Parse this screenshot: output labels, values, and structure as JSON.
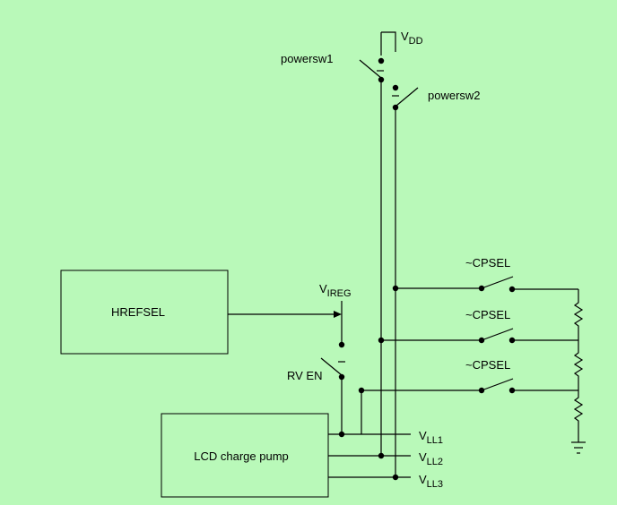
{
  "diagram": {
    "blocks": {
      "hrefsel": "HREFSEL",
      "charge_pump": "LCD charge pump"
    },
    "labels": {
      "vdd_main": "V",
      "vdd_sub": "DD",
      "powersw1": "powersw1",
      "powersw2": "powersw2",
      "vireg_main": "V",
      "vireg_sub": "IREG",
      "rv_en": "RV EN",
      "cpsel_1": "~CPSEL",
      "cpsel_2": "~CPSEL",
      "cpsel_3": "~CPSEL",
      "vll1_main": "V",
      "vll1_sub": "LL1",
      "vll2_main": "V",
      "vll2_sub": "LL2",
      "vll3_main": "V",
      "vll3_sub": "LL3"
    },
    "colors": {
      "background": "#b9f9b9",
      "ink": "#000000"
    }
  }
}
